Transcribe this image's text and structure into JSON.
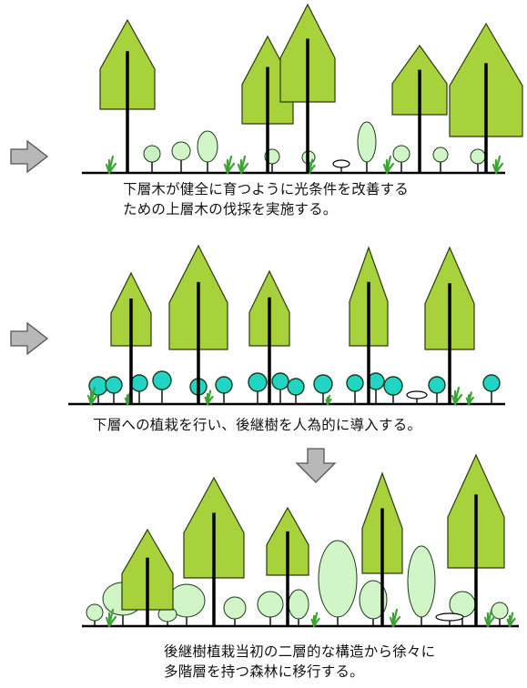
{
  "colors": {
    "tree_fill": "#a8d23c",
    "tree_stroke": "#2a3a10",
    "seedling_fill": "#22d4c4",
    "understory_fill": "#d2f5c8",
    "grass": "#3aa332",
    "arrow_fill": "#b8b8b8",
    "arrow_stroke": "#555555",
    "ground": "#000000"
  },
  "panels": [
    {
      "id": "stage-1-thinning",
      "caption_lines": [
        "下層木が健全に育つように光条件を改善する",
        "ための上層木の伐採を実施する。"
      ],
      "arrow_icon": "right-arrow-icon"
    },
    {
      "id": "stage-2-planting",
      "caption_lines": [
        "下層への植栽を行い、後継樹を人為的に導入する。"
      ],
      "arrow_icon": "right-arrow-icon"
    },
    {
      "id": "stage-3-multilayer",
      "caption_lines": [
        "後継樹植栽当初の二層的な構造から徐々に",
        "多階層を持つ森林に移行する。"
      ],
      "arrow_icon": "down-arrow-icon"
    }
  ]
}
